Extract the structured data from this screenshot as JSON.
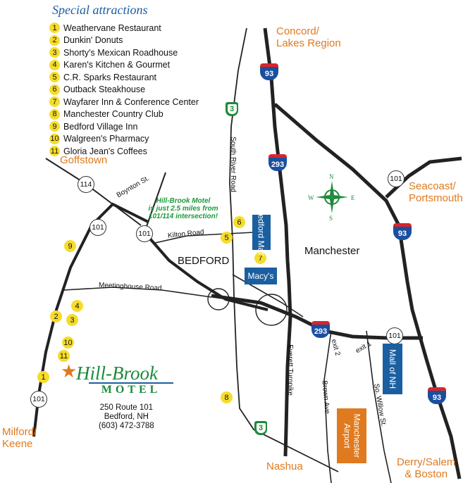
{
  "legend": {
    "title": "Special attractions",
    "items": [
      {
        "num": "1",
        "label": "Weathervane Restaurant"
      },
      {
        "num": "2",
        "label": "Dunkin' Donuts"
      },
      {
        "num": "3",
        "label": "Shorty's Mexican Roadhouse"
      },
      {
        "num": "4",
        "label": "Karen's Kitchen & Gourmet"
      },
      {
        "num": "5",
        "label": "C.R. Sparks Restaurant"
      },
      {
        "num": "6",
        "label": "Outback Steakhouse"
      },
      {
        "num": "7",
        "label": "Wayfarer Inn & Conference Center"
      },
      {
        "num": "8",
        "label": "Manchester Country Club"
      },
      {
        "num": "9",
        "label": "Bedford Village Inn"
      },
      {
        "num": "10",
        "label": "Walgreen's Pharmacy"
      },
      {
        "num": "11",
        "label": "Gloria Jean's Coffees"
      }
    ]
  },
  "places": {
    "concord": "Concord/",
    "lakes_region": "Lakes Region",
    "goffstown": "Goffstown",
    "seacoast": "Seacoast/",
    "portsmouth": "Portsmouth",
    "manchester": "Manchester",
    "bedford": "BEDFORD",
    "milford": "Milford/",
    "keene": "Keene",
    "nashua": "Nashua",
    "derry": "Derry/Salem",
    "boston": "& Boston"
  },
  "roads": {
    "boynton": "Boynton St.",
    "kilton": "Kilton Road",
    "meetinghouse": "Meetinghouse Road",
    "south_river": "South River Road",
    "everett": "Everett Turnpike",
    "brown": "Brown Ave.",
    "willow": "So. Willow St.",
    "exit2": "exit 2",
    "exit1": "exit 1"
  },
  "shields": {
    "i93": "93",
    "i293": "293",
    "us3": "3",
    "r101": "101",
    "r114": "114"
  },
  "landmarks": {
    "bedford_mall": "Bedford Mall",
    "macys": "Macy's",
    "mall_of_nh": "Mall of NH",
    "airport_line1": "Manchester",
    "airport_line2": "Airport"
  },
  "callout": {
    "line1": "Hill-Brook Motel",
    "line2": "is just 2.5 miles from",
    "line3": "101/114 intersection!"
  },
  "motel": {
    "logo_script": "Hill-Brook",
    "logo_word": "MOTEL",
    "address1": "250 Route 101",
    "address2": "Bedford, NH",
    "phone": "(603) 472-3788"
  },
  "compass": {
    "n": "N",
    "s": "S",
    "e": "E",
    "w": "W"
  },
  "colors": {
    "city": "#e07a1e",
    "road": "#222222",
    "landmark": "#1a5fa0",
    "marker": "#f6dc2b",
    "callout": "#1a9a3c"
  },
  "map_markers": [
    "1",
    "2",
    "3",
    "4",
    "5",
    "6",
    "7",
    "8",
    "9",
    "10",
    "11"
  ]
}
